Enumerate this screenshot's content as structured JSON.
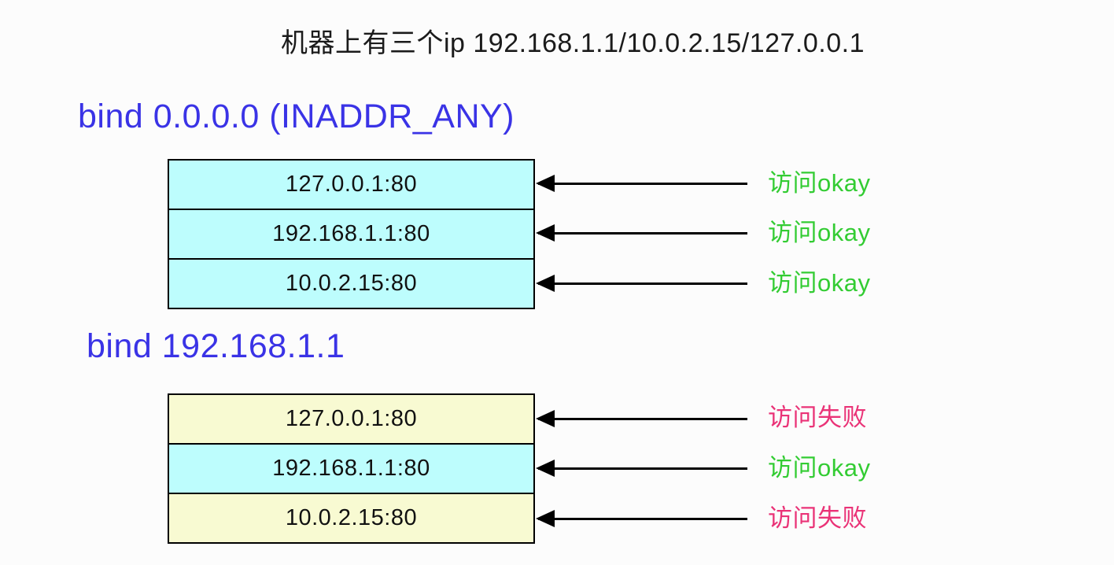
{
  "title": "机器上有三个ip 192.168.1.1/10.0.2.15/127.0.0.1",
  "colors": {
    "heading_blue": "#3a33e6",
    "okay_green": "#33cc33",
    "fail_pink": "#ea3377",
    "row_cyan": "#bdfdfd",
    "row_yellow": "#f8fad2",
    "arrow_black": "#000000",
    "background": "#fcfcfc"
  },
  "sections": [
    {
      "heading": "bind 0.0.0.0 (INADDR_ANY)",
      "rows": [
        {
          "address": "127.0.0.1:80",
          "fill": "row_cyan",
          "result": "访问okay",
          "result_color": "okay_green"
        },
        {
          "address": "192.168.1.1:80",
          "fill": "row_cyan",
          "result": "访问okay",
          "result_color": "okay_green"
        },
        {
          "address": "10.0.2.15:80",
          "fill": "row_cyan",
          "result": "访问okay",
          "result_color": "okay_green"
        }
      ]
    },
    {
      "heading": "bind 192.168.1.1",
      "rows": [
        {
          "address": "127.0.0.1:80",
          "fill": "row_yellow",
          "result": "访问失败",
          "result_color": "fail_pink"
        },
        {
          "address": "192.168.1.1:80",
          "fill": "row_cyan",
          "result": "访问okay",
          "result_color": "okay_green"
        },
        {
          "address": "10.0.2.15:80",
          "fill": "row_yellow",
          "result": "访问失败",
          "result_color": "fail_pink"
        }
      ]
    }
  ]
}
